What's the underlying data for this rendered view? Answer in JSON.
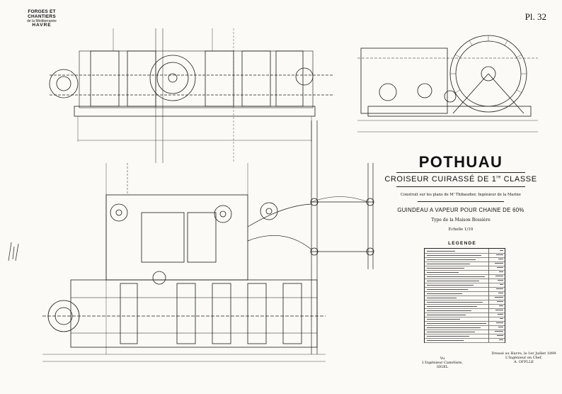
{
  "header": {
    "company_line1": "FORGES ET CHANTIERS",
    "company_line2": "de la Méditerranée",
    "company_line3": "HAVRE",
    "plate": "Pl. 32"
  },
  "title_block": {
    "ship_name": "POTHUAU",
    "ship_class": "CROISEUR CUIRASSÉ DE 1",
    "ship_class_sup": "re",
    "ship_class_end": " CLASSE",
    "note": "Construit sur les plans de M' Thibaudier, Ingénieur de la Marine",
    "machine": "GUINDEAU A VAPEUR POUR CHAINE DE 60%",
    "maker": "Type de la Maison Bossière",
    "scale": "Echelle 1/10"
  },
  "legend": {
    "title": "LEGENDE",
    "rows": 22
  },
  "signatures": {
    "left_line1": "Vu",
    "left_line2": "L'Ingénieur Caméliste,",
    "left_line3": "SIGEL",
    "right_line1": "Dressé au Havre, le 1er Juillet 1899",
    "right_line2": "L'Ingénieur en Chef,",
    "right_line3": "A. OFFLLE"
  },
  "colors": {
    "ink": "#111111",
    "paper": "#fbfaf6"
  }
}
